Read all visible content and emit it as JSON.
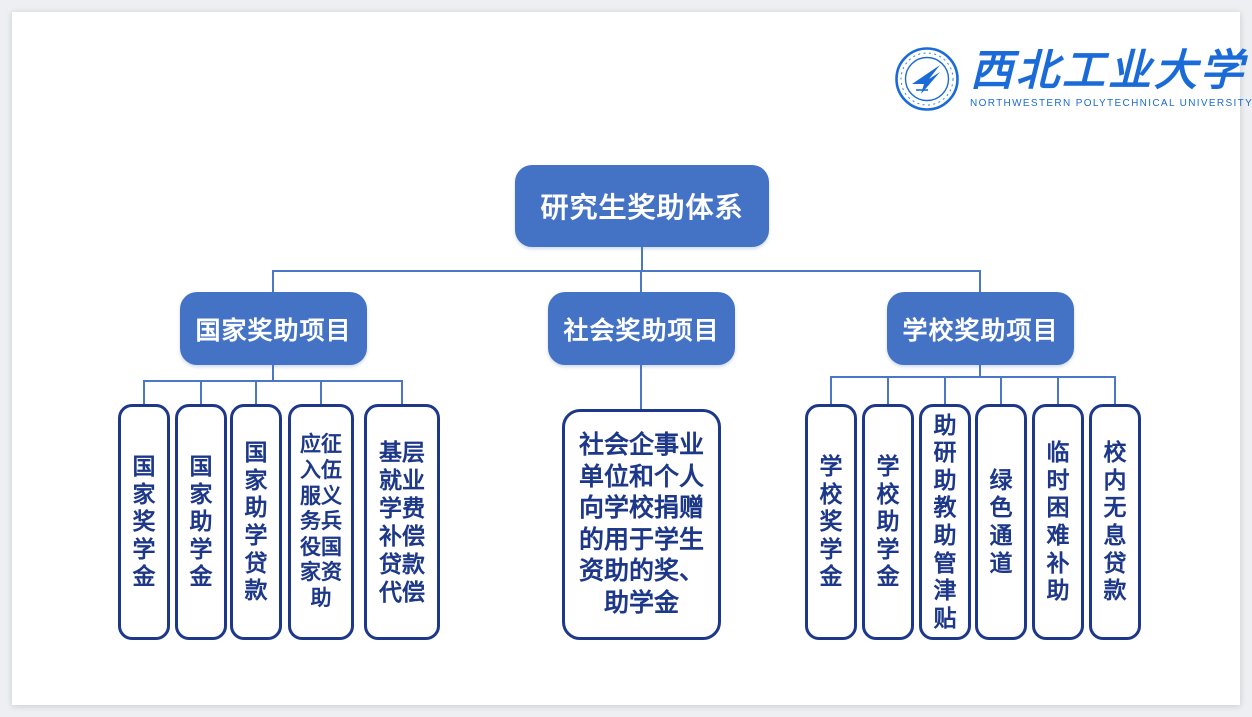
{
  "logo": {
    "university_cn": "西北工业大学",
    "university_en": "NORTHWESTERN POLYTECHNICAL UNIVERSITY",
    "seal_icon": "npu-seal-airplane-icon"
  },
  "colors": {
    "node_fill": "#4472c4",
    "node_text": "#ffffff",
    "leaf_border": "#1d3889",
    "leaf_text": "#1d3889",
    "connector": "#4a78c6",
    "logo_blue": "#1a6bd8"
  },
  "tree": {
    "root": "研究生奖助体系",
    "branches": [
      {
        "label": "国家奖助项目",
        "leaves": [
          {
            "text": "国家奖学金",
            "lines": [
              "国",
              "家",
              "奖",
              "学",
              "金"
            ]
          },
          {
            "text": "国家助学金",
            "lines": [
              "国",
              "家",
              "助",
              "学",
              "金"
            ]
          },
          {
            "text": "国家助学贷款",
            "lines": [
              "国",
              "家",
              "助",
              "学",
              "贷",
              "款"
            ]
          },
          {
            "text": "应征入伍服义务兵役国家资助",
            "lines": [
              "应征",
              "入伍",
              "服义",
              "务兵",
              "役国",
              "家资",
              "助"
            ]
          },
          {
            "text": "基层就业学费补偿贷款代偿",
            "lines": [
              "基层",
              "就业",
              "学费",
              "补偿",
              "贷款",
              "代偿"
            ]
          }
        ]
      },
      {
        "label": "社会奖助项目",
        "leaves": [
          {
            "text": "社会企事业单位和个人向学校捐赠的用于学生资助的奖、助学金",
            "lines": [
              "社会企事业",
              "单位和个人",
              "向学校捐赠",
              "的用于学生",
              "资助的奖、",
              "助学金"
            ]
          }
        ]
      },
      {
        "label": "学校奖助项目",
        "leaves": [
          {
            "text": "学校奖学金",
            "lines": [
              "学",
              "校",
              "奖",
              "学",
              "金"
            ]
          },
          {
            "text": "学校助学金",
            "lines": [
              "学",
              "校",
              "助",
              "学",
              "金"
            ]
          },
          {
            "text": "助研助教助管津贴",
            "lines": [
              "助",
              "研",
              "助",
              "教",
              "助",
              "管",
              "津",
              "贴"
            ]
          },
          {
            "text": "绿色通道",
            "lines": [
              "绿",
              "色",
              "通",
              "道"
            ]
          },
          {
            "text": "临时困难补助",
            "lines": [
              "临",
              "时",
              "困",
              "难",
              "补",
              "助"
            ]
          },
          {
            "text": "校内无息贷款",
            "lines": [
              "校",
              "内",
              "无",
              "息",
              "贷",
              "款"
            ]
          }
        ]
      }
    ]
  }
}
